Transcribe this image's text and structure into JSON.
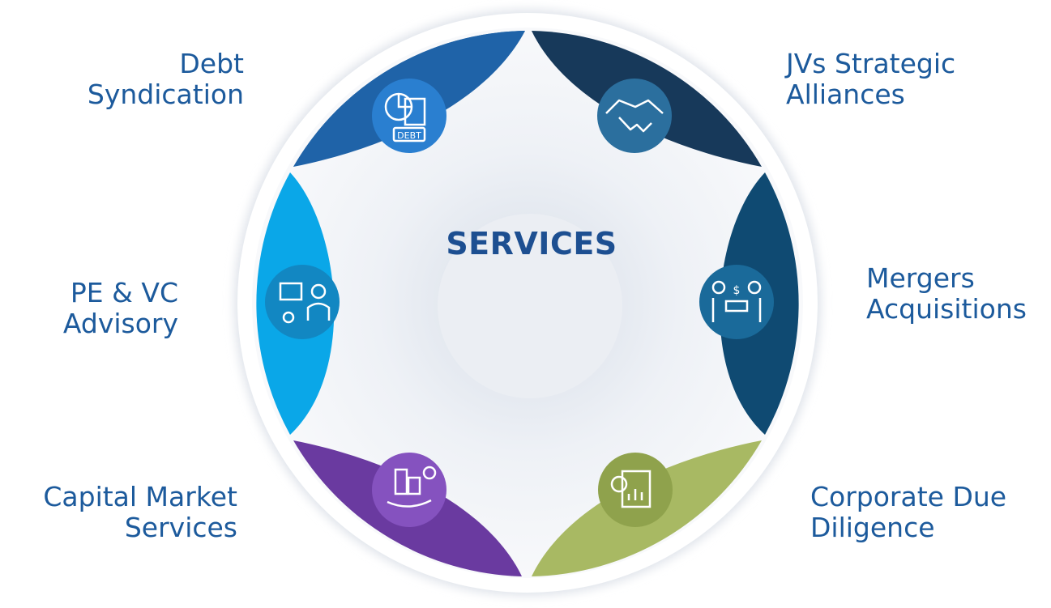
{
  "center": {
    "title": "SERVICES"
  },
  "services": [
    {
      "id": "debt",
      "lines": [
        "Debt",
        "Syndication"
      ],
      "color": "#1f63a8",
      "icon": "debt-chart-icon"
    },
    {
      "id": "jvs",
      "lines": [
        "JVs Strategic",
        "Alliances"
      ],
      "color": "#17395a",
      "icon": "handshake-icon"
    },
    {
      "id": "mergers",
      "lines": [
        "Mergers",
        "Acquisitions"
      ],
      "color": "#0f4a72",
      "icon": "merger-meeting-icon"
    },
    {
      "id": "corporate",
      "lines": [
        "Corporate Due",
        "Diligence"
      ],
      "color": "#a8b963",
      "icon": "financial-report-icon"
    },
    {
      "id": "capital",
      "lines": [
        "Capital Market",
        "Services"
      ],
      "color": "#6a3aa0",
      "icon": "city-investment-icon"
    },
    {
      "id": "pevc",
      "lines": [
        "PE & VC",
        "Advisory"
      ],
      "color": "#0aa7e8",
      "icon": "advisor-presentation-icon"
    }
  ],
  "icon_text": {
    "debt_badge": "DEBT",
    "currency_symbol": "$"
  },
  "colors": {
    "label_text": "#1c5a9c",
    "center_text": "#1d4f91",
    "center_fill": "#ebeef3",
    "ring_fill": "#f4f6f9"
  }
}
